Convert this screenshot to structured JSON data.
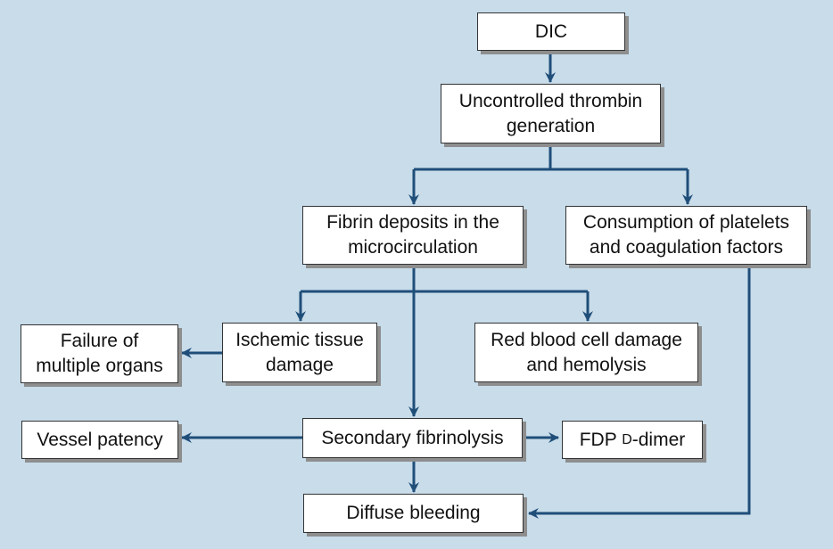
{
  "colors": {
    "background": "#c8dcea",
    "arrow": "#1f4e79",
    "box": "#ffffff"
  },
  "nodes": {
    "dic": "DIC",
    "thrombin": "Uncontrolled thrombin\ngeneration",
    "fibrin": "Fibrin deposits in the\nmicrocirculation",
    "consumption": "Consumption of platelets\nand coagulation factors",
    "failure": "Failure of\nmultiple organs",
    "ischemic": "Ischemic tissue\ndamage",
    "rbc": "Red blood cell damage\nand hemolysis",
    "vessel": "Vessel patency",
    "secondary": "Secondary fibrinolysis",
    "fdp_prefix": "FDP ",
    "fdp_smallcaps": "D",
    "fdp_suffix": "-dimer",
    "bleeding": "Diffuse bleeding"
  }
}
